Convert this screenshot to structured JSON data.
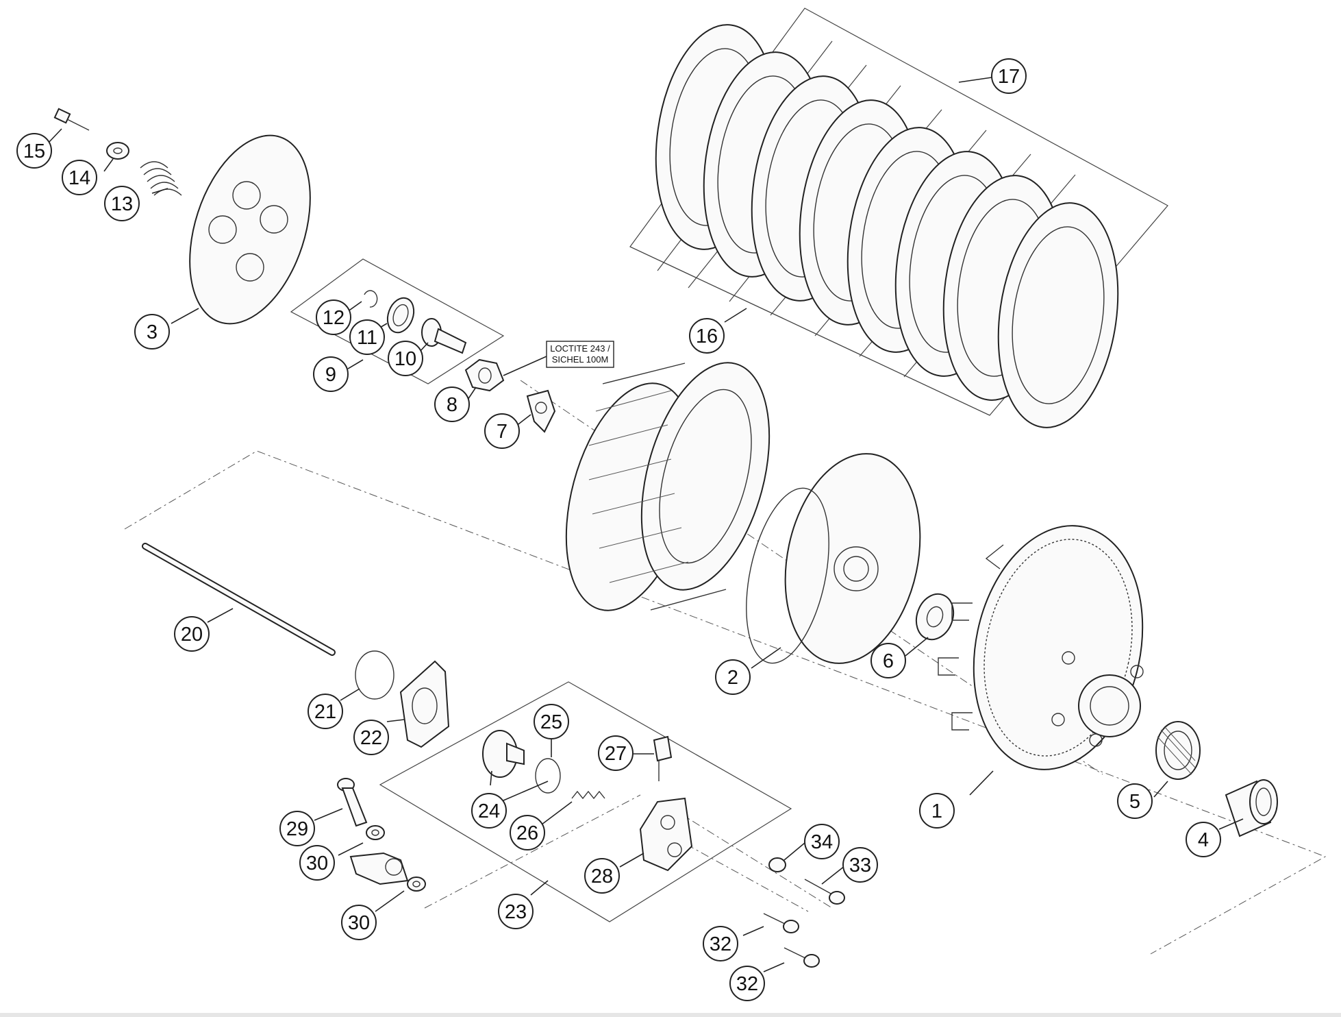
{
  "note": {
    "line1": "LOCTITE 243 /",
    "line2": "SICHEL 100M"
  },
  "callouts": [
    {
      "id": "c1",
      "label": "1"
    },
    {
      "id": "c2",
      "label": "2"
    },
    {
      "id": "c3",
      "label": "3"
    },
    {
      "id": "c4",
      "label": "4"
    },
    {
      "id": "c5",
      "label": "5"
    },
    {
      "id": "c6",
      "label": "6"
    },
    {
      "id": "c7",
      "label": "7"
    },
    {
      "id": "c8",
      "label": "8"
    },
    {
      "id": "c9",
      "label": "9"
    },
    {
      "id": "c10",
      "label": "10"
    },
    {
      "id": "c11",
      "label": "11"
    },
    {
      "id": "c12",
      "label": "12"
    },
    {
      "id": "c13",
      "label": "13"
    },
    {
      "id": "c14",
      "label": "14"
    },
    {
      "id": "c15",
      "label": "15"
    },
    {
      "id": "c16",
      "label": "16"
    },
    {
      "id": "c17",
      "label": "17"
    },
    {
      "id": "c20",
      "label": "20"
    },
    {
      "id": "c21",
      "label": "21"
    },
    {
      "id": "c22",
      "label": "22"
    },
    {
      "id": "c23",
      "label": "23"
    },
    {
      "id": "c24",
      "label": "24"
    },
    {
      "id": "c25",
      "label": "25"
    },
    {
      "id": "c26",
      "label": "26"
    },
    {
      "id": "c27",
      "label": "27"
    },
    {
      "id": "c28",
      "label": "28"
    },
    {
      "id": "c29",
      "label": "29"
    },
    {
      "id": "c30a",
      "label": "30"
    },
    {
      "id": "c30b",
      "label": "30"
    },
    {
      "id": "c32a",
      "label": "32"
    },
    {
      "id": "c32b",
      "label": "32"
    },
    {
      "id": "c33",
      "label": "33"
    },
    {
      "id": "c34",
      "label": "34"
    }
  ]
}
